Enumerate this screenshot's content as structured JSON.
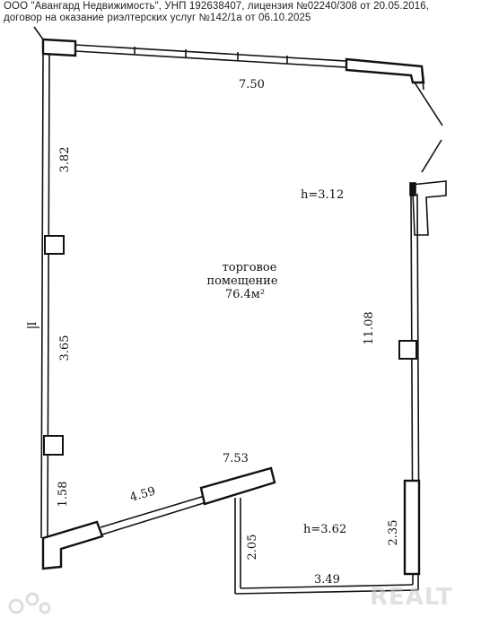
{
  "header": {
    "line1": "ООО \"Авангард Недвижимость\", УНП 192638407, лицензия №02240/308 от 20.05.2016,",
    "line2": "договор на оказание риэлтерских услуг №142/1а от 06.10.2025"
  },
  "room": {
    "name_line1": "торговое",
    "name_line2": "помещение",
    "area": "76.4м²",
    "height_main": "h=3.12",
    "height_annex": "h=3.62"
  },
  "dimensions": {
    "top_wall": "7.50",
    "left_upper": "3.82",
    "left_middle": "3.65",
    "left_lower": "1.58",
    "right_wall": "11.08",
    "right_lower": "2.35",
    "diagonal_long": "7.53",
    "diagonal_short": "4.59",
    "annex_left": "2.05",
    "annex_bottom": "3.49"
  },
  "section_mark": "I",
  "watermark": "REALT",
  "colors": {
    "line": "#111111",
    "paper": "#ffffff",
    "watermark": "#c9c9c9"
  }
}
